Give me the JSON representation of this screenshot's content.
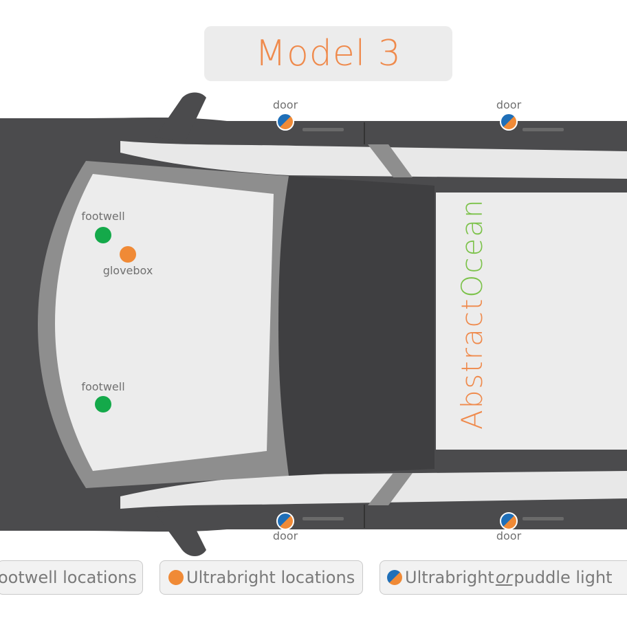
{
  "title": "Model 3",
  "brand": {
    "part1": "Abstract",
    "part2": "Ocean"
  },
  "markers": {
    "door_top_1": "door",
    "door_top_2": "door",
    "door_bottom_1": "door",
    "door_bottom_2": "door",
    "footwell_1": "footwell",
    "footwell_2": "footwell",
    "glovebox": "glovebox"
  },
  "legend": {
    "footwell": "ootwell locations",
    "ultrabright": "Ultrabright locations",
    "puddle_part1": "Ultrabright ",
    "puddle_or": "or",
    "puddle_part2": " puddle light"
  },
  "colors": {
    "footwell": "#14a94a",
    "ultrabright": "#f08a36",
    "puddle_blue": "#1f6fb8",
    "title": "#ef8a4c",
    "brand_green": "#7cc24a"
  }
}
